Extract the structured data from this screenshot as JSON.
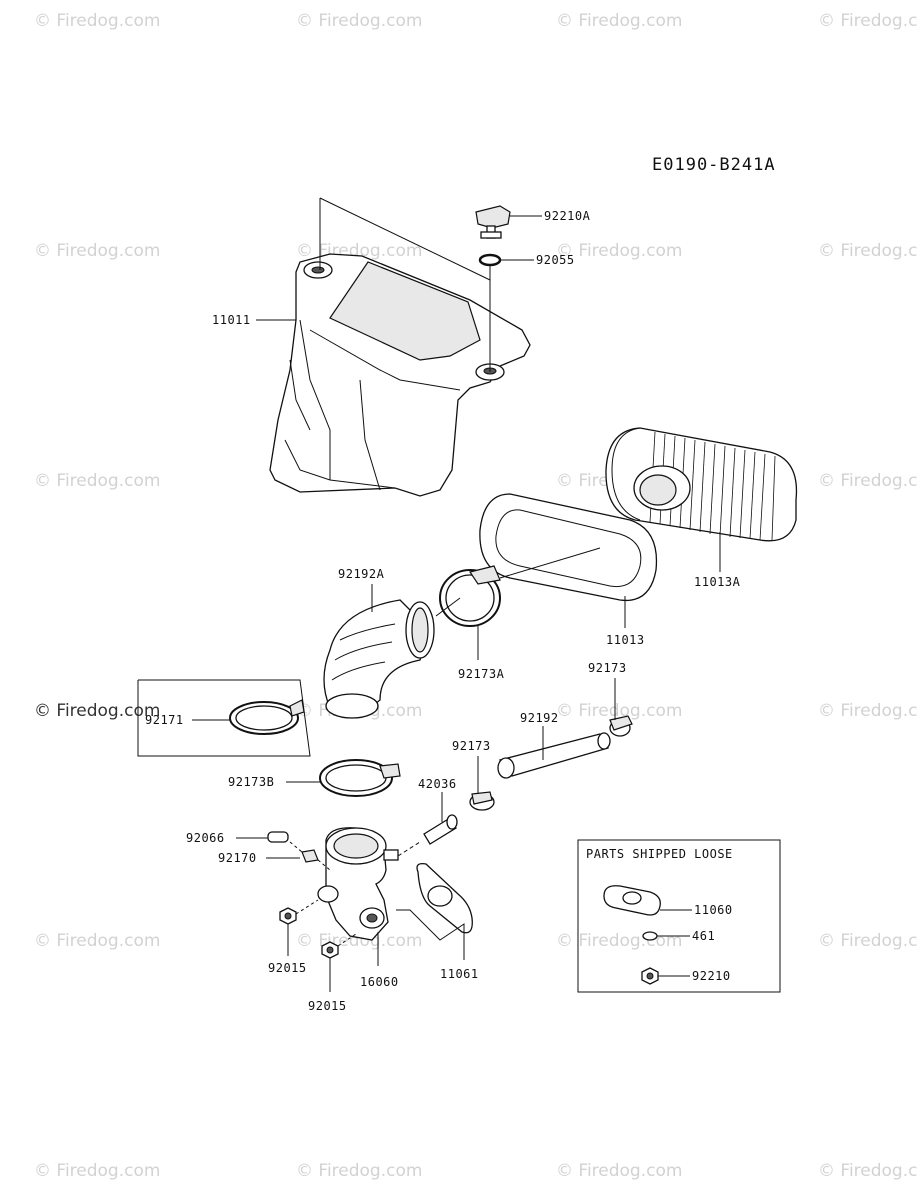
{
  "diagram_code": "E0190-B241A",
  "box_title": "PARTS SHIPPED LOOSE",
  "watermark": "© Firedog.com",
  "parts": {
    "p92210A": "92210A",
    "p92055": "92055",
    "p11011": "11011",
    "p11013A": "11013A",
    "p11013": "11013",
    "p92192A": "92192A",
    "p92173A": "92173A",
    "p92173_top": "92173",
    "p92171": "92171",
    "p92192": "92192",
    "p92173_mid": "92173",
    "p92173B": "92173B",
    "p42036": "42036",
    "p92066": "92066",
    "p92170": "92170",
    "p92015_a": "92015",
    "p16060": "16060",
    "p11061": "11061",
    "p92015_b": "92015",
    "p11060": "11060",
    "p461": "461",
    "p92210": "92210"
  }
}
